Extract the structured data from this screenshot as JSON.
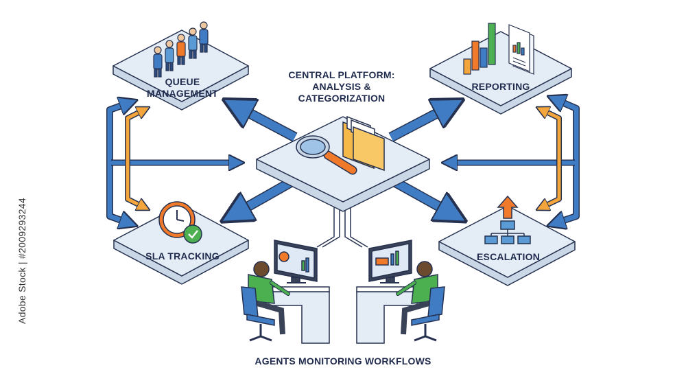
{
  "title_lines": [
    "CENTRAL PLATFORM:",
    "ANALYSIS &",
    "CATEGORIZATION"
  ],
  "nodes": {
    "queue": {
      "lines": [
        "QUEUE",
        "MANAGEMENT"
      ]
    },
    "reporting": {
      "label": "REPORTING"
    },
    "sla": {
      "label": "SLA TRACKING"
    },
    "escalation": {
      "label": "ESCALATION"
    }
  },
  "footer_label": "AGENTS MONITORING WORKFLOWS",
  "side_credit": "Adobe Stock | #2009293244",
  "colors": {
    "platform_top": "#e4edf6",
    "platform_side": "#c9d7e6",
    "outline": "#25314f",
    "blue_arrow": "#3f7cc4",
    "orange_arrow": "#f4a63c",
    "accent_orange": "#f07a2a",
    "green": "#4caf50",
    "folder": "#f5b94a"
  },
  "icons": [
    "people-group-icon",
    "bar-chart-icon",
    "document-icon",
    "magnifier-icon",
    "folder-icon",
    "clock-icon",
    "checkmark-icon",
    "up-arrow-icon",
    "org-chart-icon",
    "monitor-icon",
    "agent-icon",
    "chair-icon",
    "desk-icon"
  ]
}
